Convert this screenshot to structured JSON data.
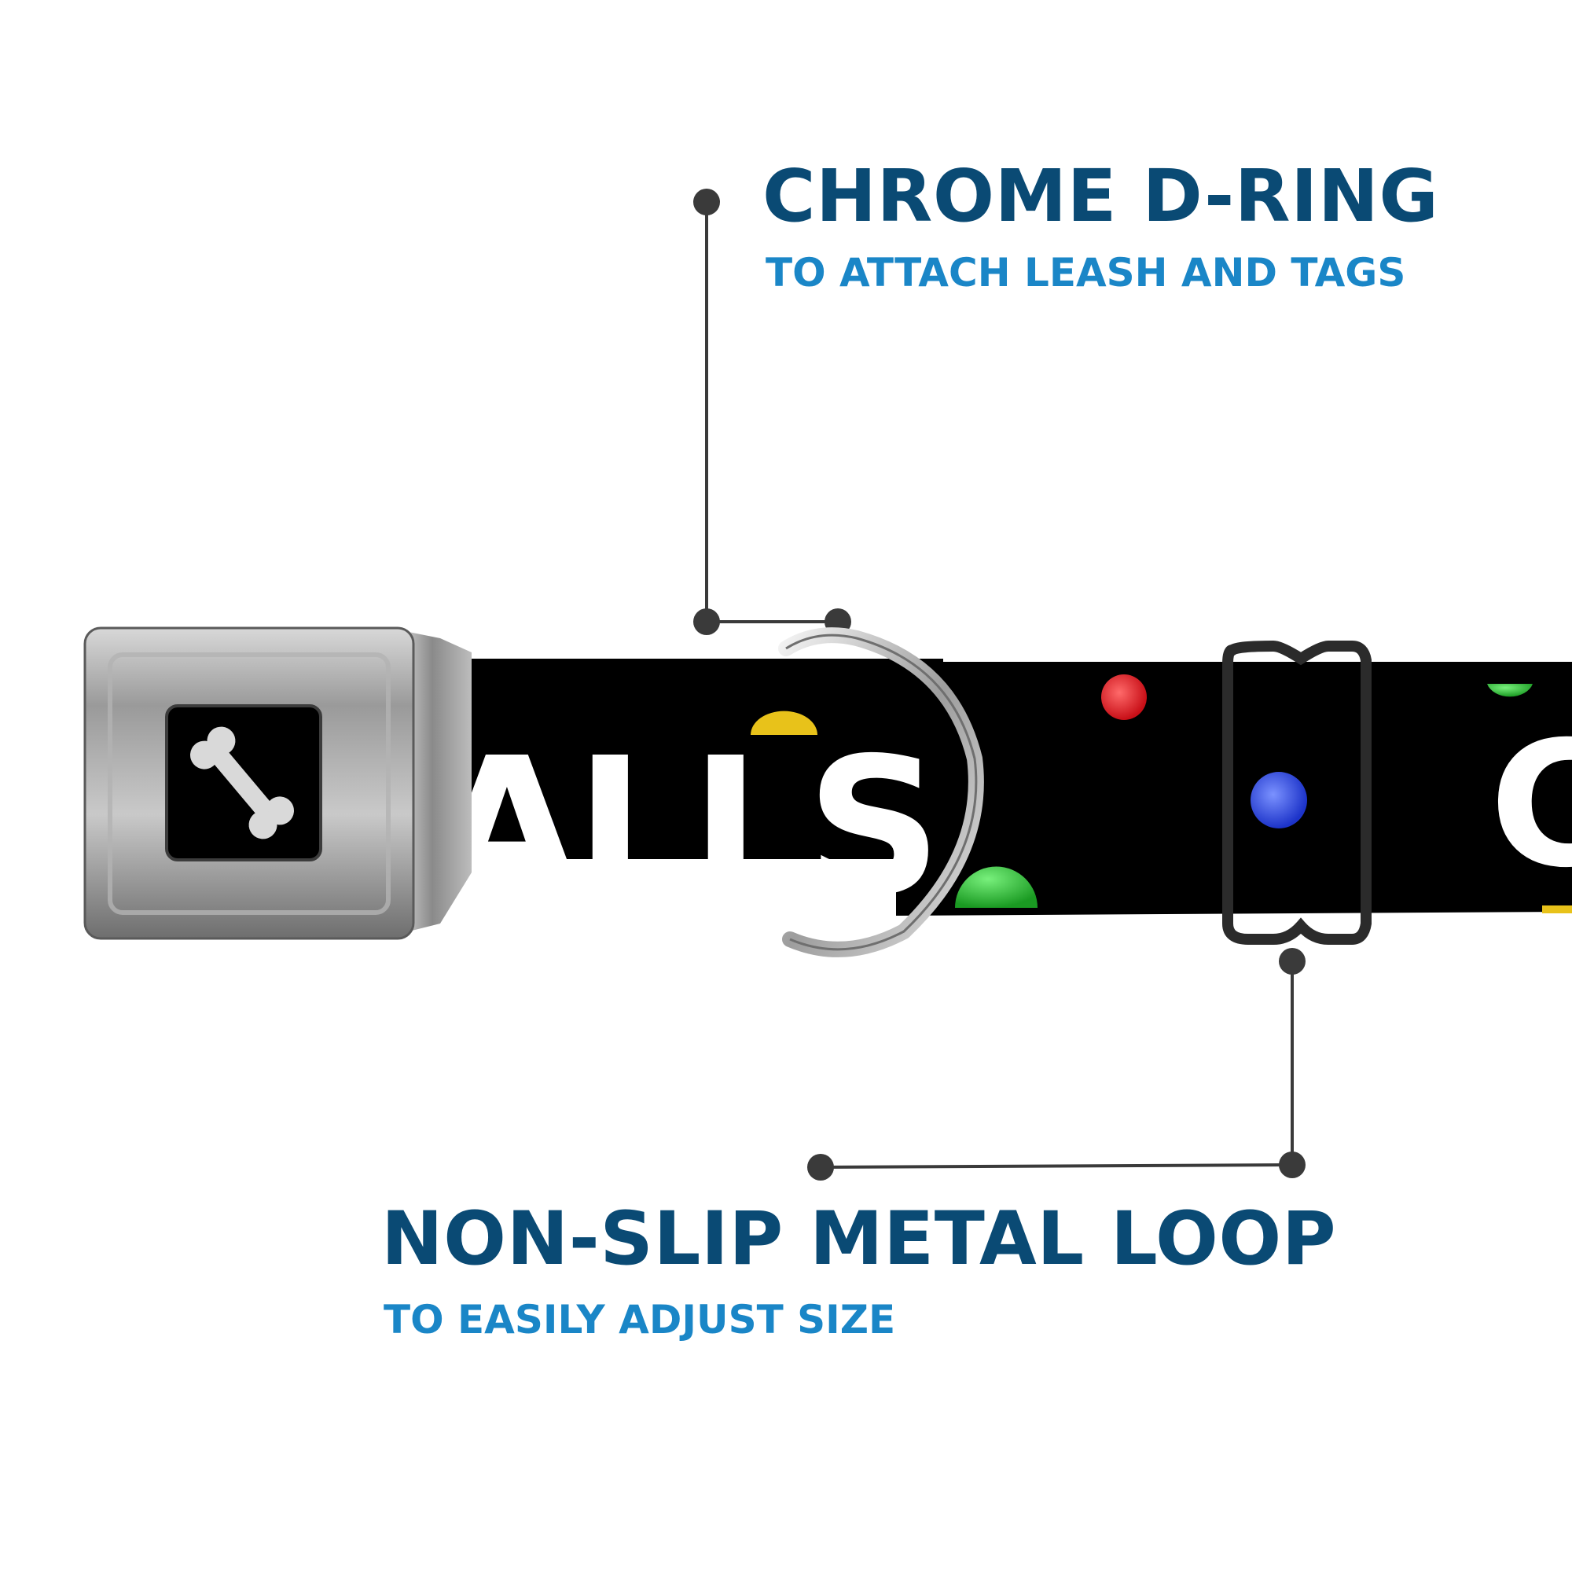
{
  "callouts": {
    "d_ring": {
      "title": "CHROME D-RING",
      "subtitle": "TO ATTACH LEASH AND TAGS"
    },
    "metal_loop": {
      "title": "NON-SLIP METAL LOOP",
      "subtitle": "TO EASILY ADJUST SIZE"
    }
  },
  "collar": {
    "print_text": "ALLS",
    "print_text_partial": "C",
    "buckle_logo": "bone-logo-icon",
    "webbing_color": "#000000",
    "dot_colors": [
      "#e8131c",
      "#1c3ad6",
      "#1fbf2a",
      "#e8c21a"
    ]
  },
  "colors": {
    "title": "#0a4a74",
    "subtitle": "#1a86c7",
    "leader_line": "#3a3a3a"
  }
}
